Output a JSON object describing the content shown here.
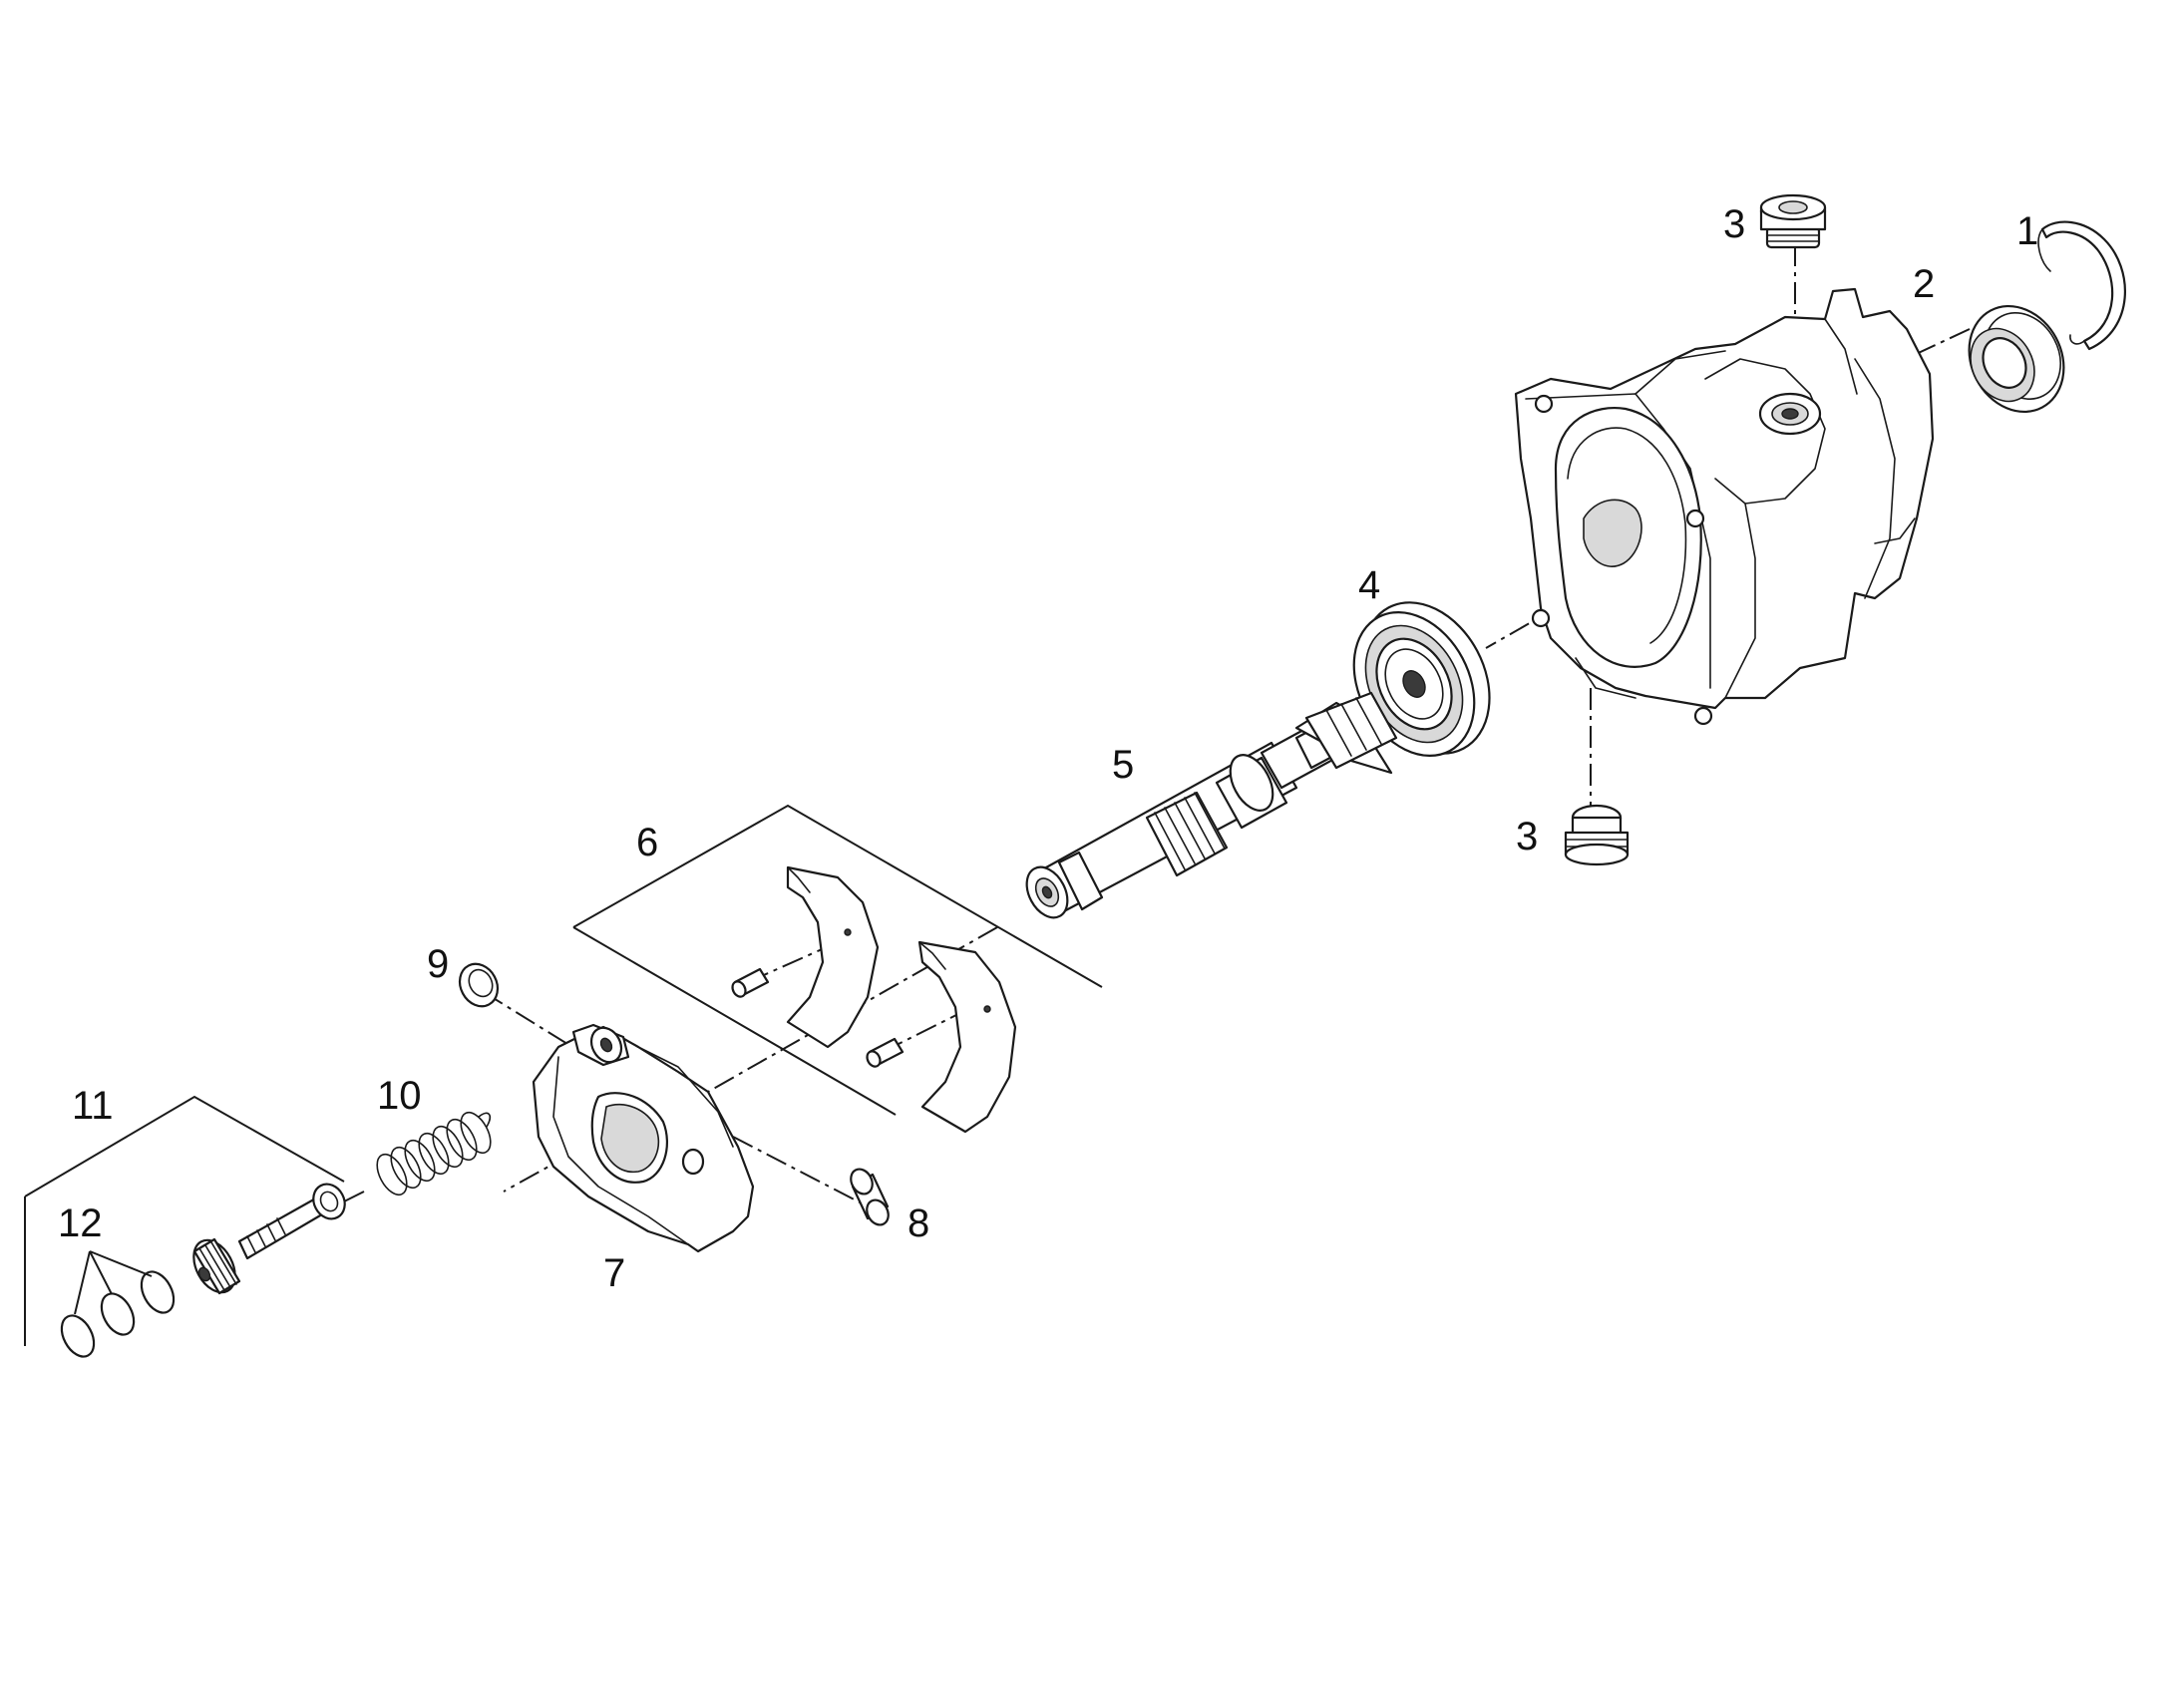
{
  "callouts": [
    {
      "id": "1",
      "text": "1"
    },
    {
      "id": "2",
      "text": "2"
    },
    {
      "id": "3a",
      "text": "3"
    },
    {
      "id": "3b",
      "text": "3"
    },
    {
      "id": "4",
      "text": "4"
    },
    {
      "id": "5",
      "text": "5"
    },
    {
      "id": "6",
      "text": "6"
    },
    {
      "id": "7",
      "text": "7"
    },
    {
      "id": "8",
      "text": "8"
    },
    {
      "id": "9",
      "text": "9"
    },
    {
      "id": "10",
      "text": "10"
    },
    {
      "id": "11",
      "text": "11"
    },
    {
      "id": "12",
      "text": "12"
    }
  ],
  "colors": {
    "line": "#1a1a1a",
    "background": "#ffffff"
  }
}
